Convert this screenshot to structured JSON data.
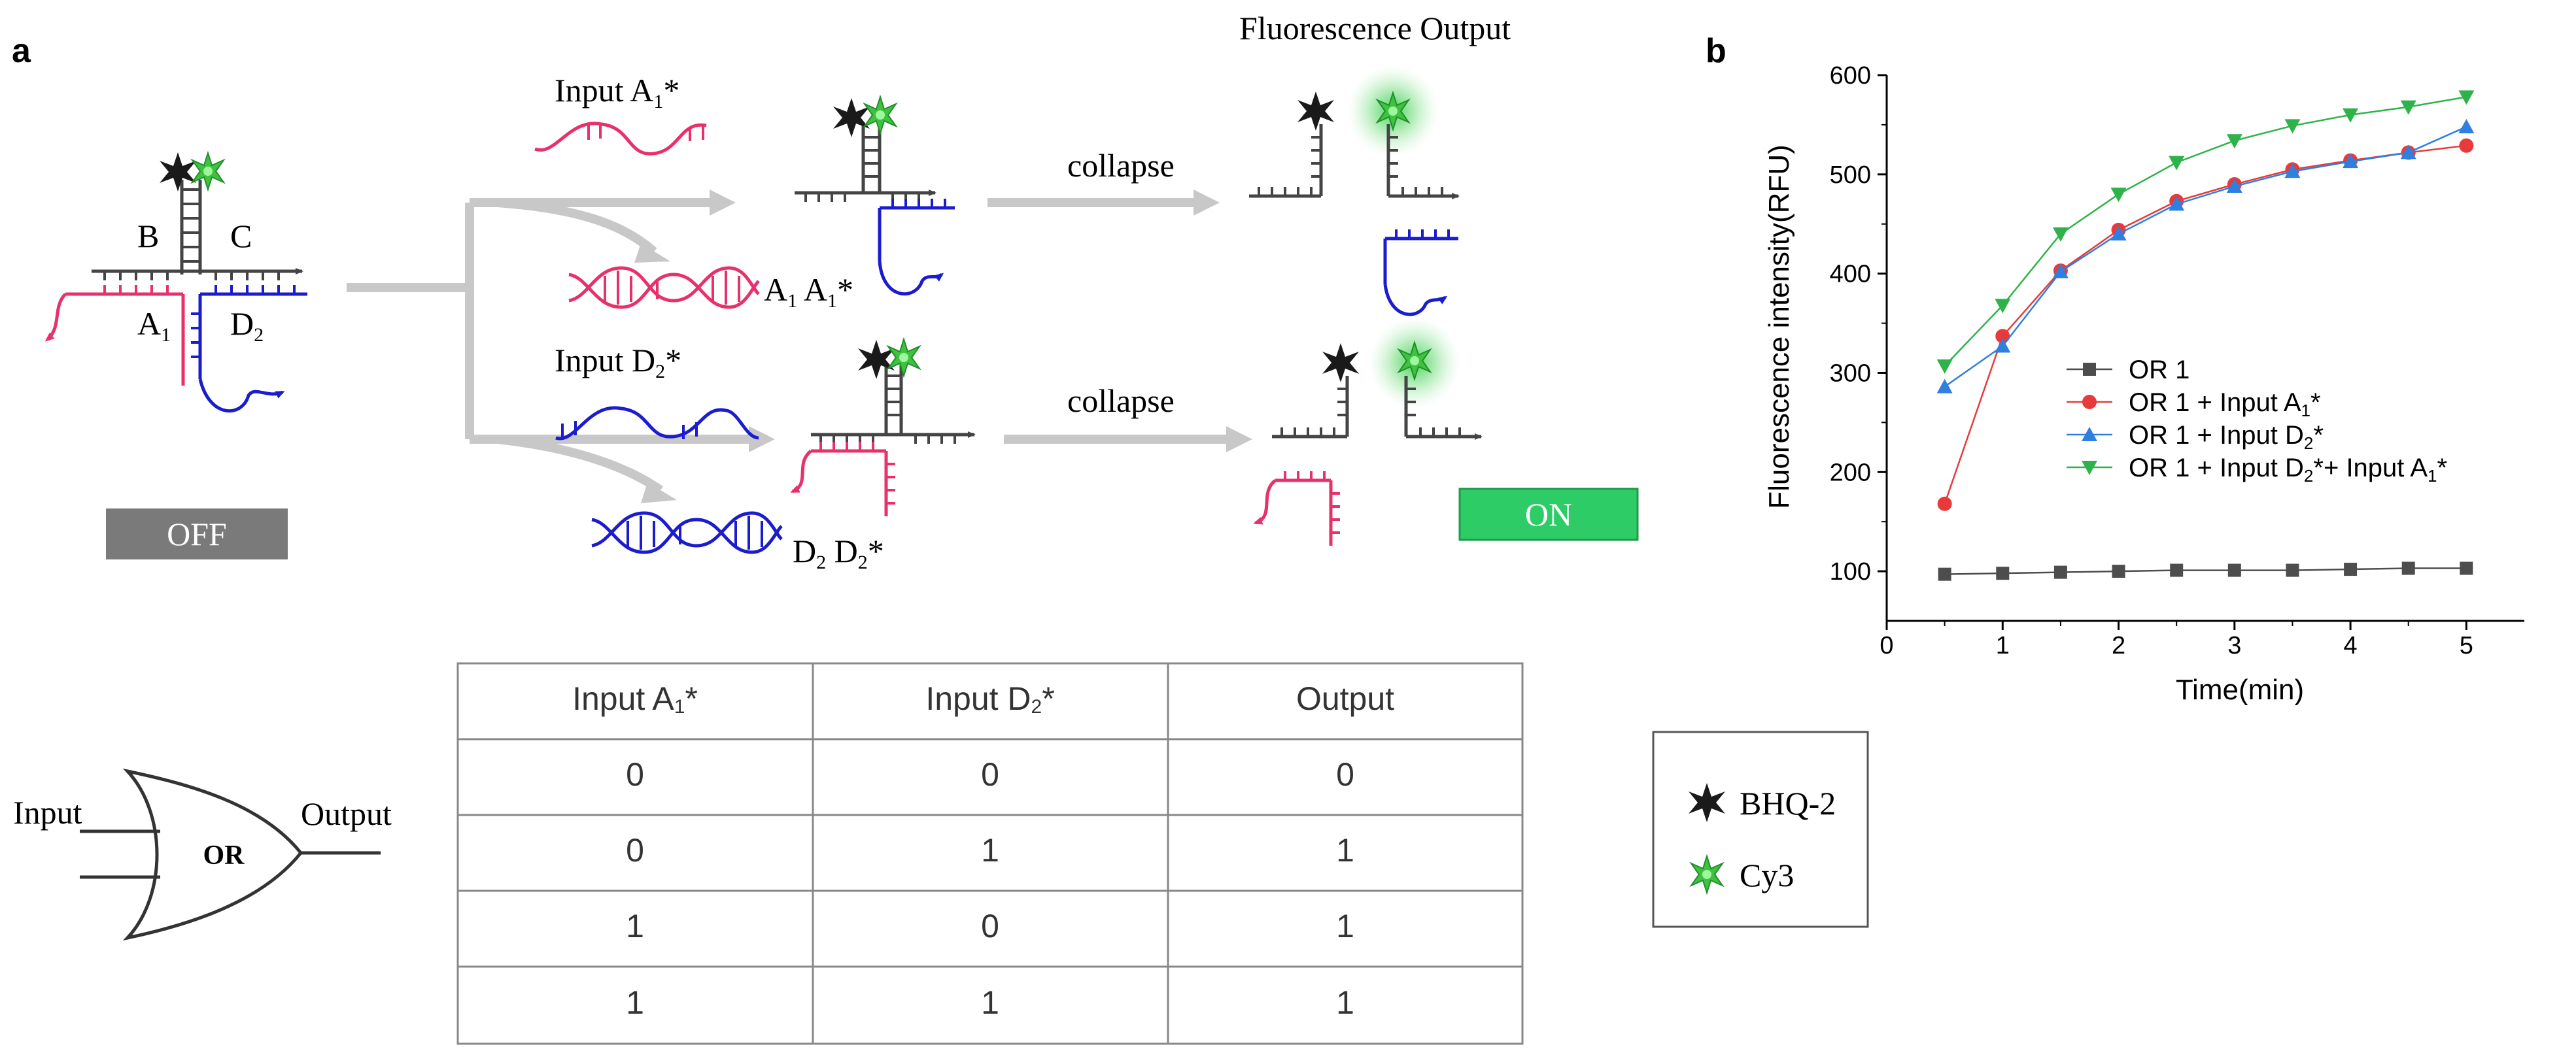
{
  "panels": {
    "a": "a",
    "b": "b"
  },
  "schematic": {
    "strand_labels": {
      "B": "B",
      "C": "C",
      "A": "A",
      "A_sub": "1",
      "D": "D",
      "D_sub": "2"
    },
    "off_label": "OFF",
    "on_label": "ON",
    "fluorescence_output": "Fluorescence Output",
    "collapse_top": "collapse",
    "collapse_bottom": "collapse",
    "input_a_main": "Input A",
    "input_a_sub": "1",
    "input_a_star": "*",
    "input_d_main": "Input D",
    "input_d_sub": "2",
    "input_d_star": "*",
    "duplex_a": {
      "p1": "A",
      "s1": "1",
      "p2": " A",
      "s2": "1",
      "p3": "*"
    },
    "duplex_d": {
      "p1": "D",
      "s1": "2",
      "p2": " D",
      "s2": "2",
      "p3": "*"
    }
  },
  "gate": {
    "input": "Input",
    "output": "Output",
    "name": "OR"
  },
  "truth_table": {
    "headers": [
      {
        "main": "Input A",
        "sub": "1",
        "star": "*"
      },
      {
        "main": "Input D",
        "sub": "2",
        "star": "*"
      },
      {
        "main": "Output",
        "sub": "",
        "star": ""
      }
    ],
    "rows": [
      [
        "0",
        "0",
        "0"
      ],
      [
        "0",
        "1",
        "1"
      ],
      [
        "1",
        "0",
        "1"
      ],
      [
        "1",
        "1",
        "1"
      ]
    ]
  },
  "dye_legend": {
    "quencher": "BHQ-2",
    "fluor": "Cy3"
  },
  "colors": {
    "pink": "#e8306a",
    "blue": "#1c1ccf",
    "gray_arrow": "#c8c8c8",
    "off_bg": "#7a7a7a",
    "on_bg": "#2ecc66",
    "green_star": "#3fc23f",
    "s1": "#4d4d4d",
    "s2": "#e83a3a",
    "s3": "#2f7fe0",
    "s4": "#2db34a"
  },
  "chart_data": {
    "type": "line",
    "xlabel": "Time(min)",
    "ylabel": "Fluorescence intensity(RFU)",
    "xlim": [
      0,
      5.5
    ],
    "ylim": [
      50,
      600
    ],
    "x_ticks": [
      "0",
      "1",
      "2",
      "3",
      "4",
      "5"
    ],
    "y_ticks": [
      "100",
      "200",
      "300",
      "400",
      "500",
      "600"
    ],
    "x": [
      0.5,
      1,
      1.5,
      2,
      2.5,
      3,
      3.5,
      4,
      4.5,
      5
    ],
    "legend_position": "center-right",
    "series": [
      {
        "name": "OR 1",
        "legend": {
          "main": "OR 1"
        },
        "marker": "square",
        "color": "#4d4d4d",
        "values": [
          97,
          98,
          99,
          100,
          101,
          101,
          101,
          102,
          103,
          103
        ]
      },
      {
        "name": "OR 1 + Input A1*",
        "legend": {
          "main": "OR 1 + Input A",
          "sub": "1",
          "star": "*"
        },
        "marker": "circle",
        "color": "#e83a3a",
        "values": [
          168,
          337,
          403,
          444,
          473,
          490,
          505,
          514,
          522,
          529
        ]
      },
      {
        "name": "OR 1 + Input D2*",
        "legend": {
          "main": "OR 1 + Input D",
          "sub": "2",
          "star": "*"
        },
        "marker": "triangle-up",
        "color": "#2f7fe0",
        "values": [
          286,
          327,
          402,
          440,
          470,
          488,
          503,
          513,
          522,
          548
        ]
      },
      {
        "name": "OR 1 + Input D2*+ Input A1*",
        "legend": {
          "main": "OR 1 + Input D",
          "sub": "2",
          "star": "*",
          "main2": "+ Input A",
          "sub2": "1",
          "star2": "*"
        },
        "marker": "triangle-down",
        "color": "#2db34a",
        "values": [
          307,
          368,
          440,
          480,
          512,
          534,
          549,
          560,
          568,
          578
        ]
      }
    ]
  }
}
